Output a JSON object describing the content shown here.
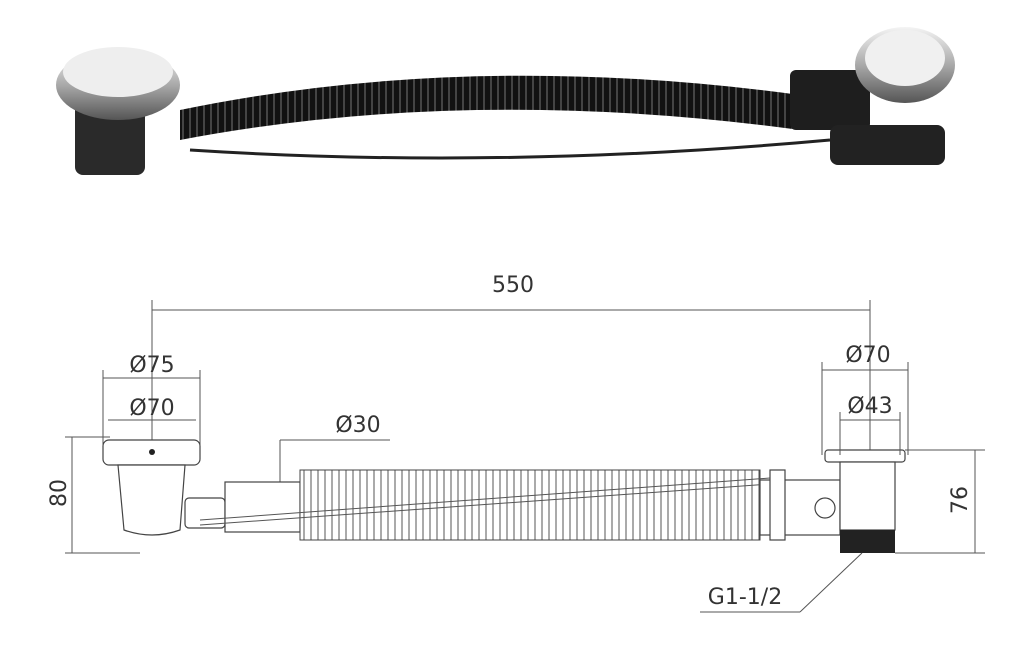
{
  "diagram": {
    "overall_length": "550",
    "left_outer_diameter": "Ø75",
    "left_inner_diameter": "Ø70",
    "hose_diameter": "Ø30",
    "left_height": "80",
    "right_outer_diameter": "Ø70",
    "right_inner_diameter": "Ø43",
    "right_height": "76",
    "thread_size": "G1-1/2"
  },
  "colors": {
    "chrome": "#d8d8d8",
    "hose": "#1a1a1a",
    "line": "#555555"
  }
}
